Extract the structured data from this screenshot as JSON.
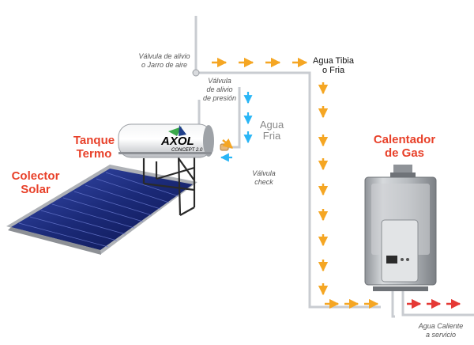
{
  "labels": {
    "colector": [
      "Colector",
      "Solar"
    ],
    "tanque": [
      "Tanque",
      "Termo"
    ],
    "calentador": [
      "Calentador",
      "de Gas"
    ],
    "valvula_alivio_aire": [
      "Válvula de alivio",
      "o Jarro de aire"
    ],
    "valvula_presion": [
      "Válvula",
      "de alivio",
      "de presión"
    ],
    "agua_fria": [
      "Agua",
      "Fria"
    ],
    "valvula_check": [
      "Válvula",
      "check"
    ],
    "agua_tibia": [
      "Agua Tibia",
      "o Fria"
    ],
    "agua_caliente": [
      "Agua Caliente",
      "a servicio"
    ]
  },
  "brand": {
    "name": "AXOL",
    "model": "CONCEPT 2.0"
  },
  "colors": {
    "title_red": "#e8412a",
    "arrow_orange": "#f5a623",
    "arrow_blue": "#29b6f6",
    "arrow_red": "#e53935",
    "pipe": "#c9ccd1"
  }
}
